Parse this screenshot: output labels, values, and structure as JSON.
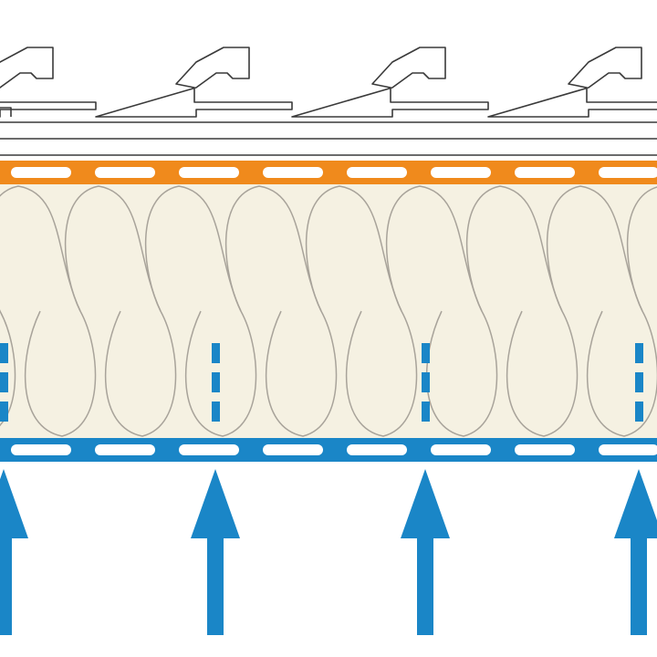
{
  "diagram": {
    "layers": [
      "roof-tiles",
      "battens",
      "vapour-open-membrane",
      "insulation",
      "vapour-control-layer"
    ],
    "colors": {
      "background": "#ffffff",
      "roof_stroke": "#3a3a3a",
      "membrane_top": "#f08a1c",
      "insulation_fill": "#f5f1e2",
      "insulation_stroke": "#a8a39a",
      "membrane_bottom": "#1a86c7",
      "arrow": "#1a86c7",
      "dash_hole": "#ffffff"
    },
    "icons": {
      "arrow": "arrow-up-icon",
      "diffusion": "diffusion-dash-icon"
    }
  }
}
